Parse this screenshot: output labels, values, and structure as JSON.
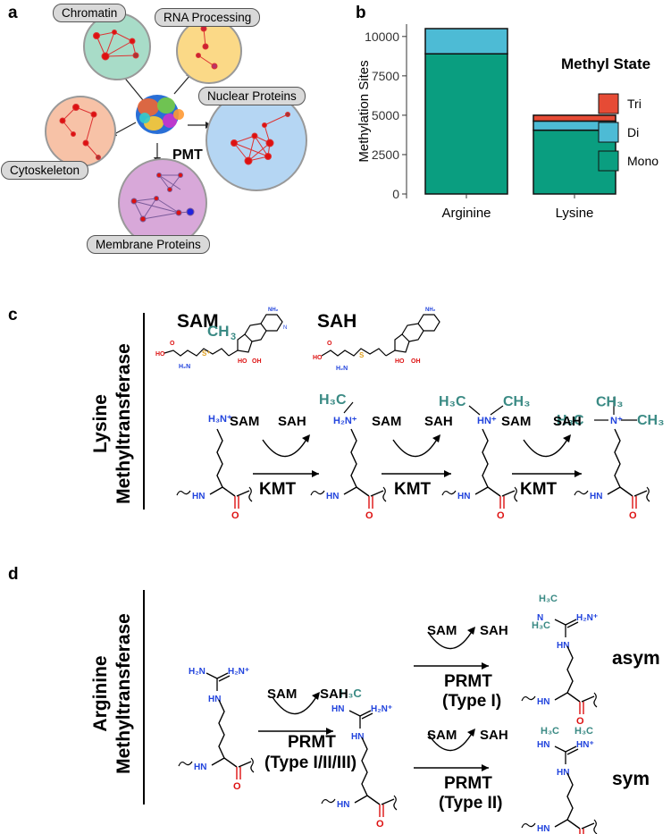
{
  "panel_a": {
    "label": "a",
    "groups": [
      "Chromatin",
      "RNA Processing",
      "Nuclear Proteins",
      "Cytoskeleton",
      "Membrane Proteins"
    ],
    "center": "PMT"
  },
  "panel_b": {
    "label": "b",
    "chart_data": {
      "type": "bar",
      "stacked": true,
      "categories": [
        "Arginine",
        "Lysine"
      ],
      "series": [
        {
          "name": "Mono",
          "values": [
            8900,
            4050
          ],
          "color": "#0a9e80"
        },
        {
          "name": "Di",
          "values": [
            1600,
            580
          ],
          "color": "#4dbbd5"
        },
        {
          "name": "Tri",
          "values": [
            0,
            370
          ],
          "color": "#e64b35"
        }
      ],
      "ylabel": "Methylation Sites",
      "ylim": [
        0,
        10500
      ],
      "yticks": [
        "0",
        "2500",
        "5000",
        "7500",
        "10000"
      ],
      "legend_title": "Methyl State",
      "legend_placement": "right",
      "legend_order": [
        "Tri",
        "Di",
        "Mono"
      ]
    }
  },
  "panel_c": {
    "label": "c",
    "title_line1": "Lysine",
    "title_line2": "Methyltransferase",
    "sam": "SAM",
    "sah": "SAH",
    "enzyme": "KMT"
  },
  "panel_d": {
    "label": "d",
    "title_line1": "Arginine",
    "title_line2": "Methyltransferase",
    "sam": "SAM",
    "sah": "SAH",
    "enzyme": "PRMT",
    "type_first": "(Type I/II/III)",
    "type_i": "(Type I)",
    "type_ii": "(Type II)",
    "asym": "asym",
    "sym": "sym"
  },
  "colors": {
    "nitrogen": "#2244dd",
    "oxygen": "#dd1111",
    "methyl": "#3a8a84",
    "sulfur": "#e0a020"
  }
}
